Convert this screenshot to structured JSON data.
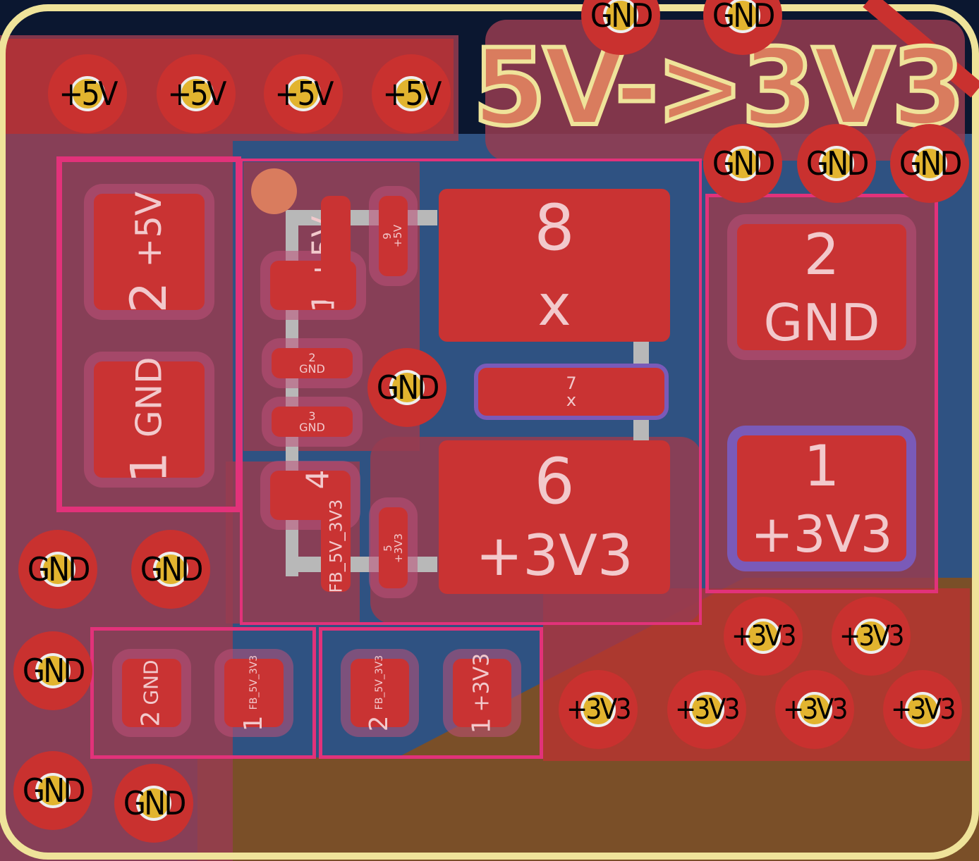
{
  "silkscreen": {
    "title": "5V->3V3"
  },
  "vias": {
    "p5v": [
      "+5V",
      "+5V",
      "+5V",
      "+5V"
    ],
    "gnd_top": [
      "GND",
      "GND",
      "GND",
      "GND",
      "GND"
    ],
    "gnd_mid": [
      "GND"
    ],
    "gnd_left": [
      "GND",
      "GND",
      "GND",
      "GND",
      "GND"
    ],
    "p3v3": [
      "+3V3",
      "+3V3",
      "+3V3",
      "+3V3",
      "+3V3",
      "+3V3"
    ]
  },
  "u1": {
    "pad1": {
      "num": "1",
      "net": "+5V"
    },
    "pad2": {
      "num": "2",
      "net": "GND"
    },
    "pad3": {
      "num": "3",
      "net": "GND"
    },
    "pad4": {
      "num": "4",
      "net": "FB_5V_3V3"
    },
    "pad5": {
      "num": "5",
      "net": "+3V3"
    },
    "pad6": {
      "num": "6",
      "net": "+3V3"
    },
    "pad7": {
      "num": "7",
      "net": "x"
    },
    "pad8": {
      "num": "8",
      "net": "x"
    },
    "pad9": {
      "num": "9",
      "net": "+5V"
    }
  },
  "c_in": {
    "pad2": {
      "num": "2",
      "net": "+5V"
    },
    "pad1": {
      "num": "1",
      "net": "GND"
    }
  },
  "c_out": {
    "pad2": {
      "num": "2",
      "net": "GND"
    },
    "pad1": {
      "num": "1",
      "net": "+3V3"
    }
  },
  "r_bottom": {
    "pad2": {
      "num": "2",
      "net": "GND"
    },
    "pad1": {
      "num": "1",
      "net": "FB_5V_3V3"
    }
  },
  "r_top": {
    "pad2": {
      "num": "2",
      "net": "FB_5V_3V3"
    },
    "pad1": {
      "num": "1",
      "net": "+3V3"
    }
  }
}
